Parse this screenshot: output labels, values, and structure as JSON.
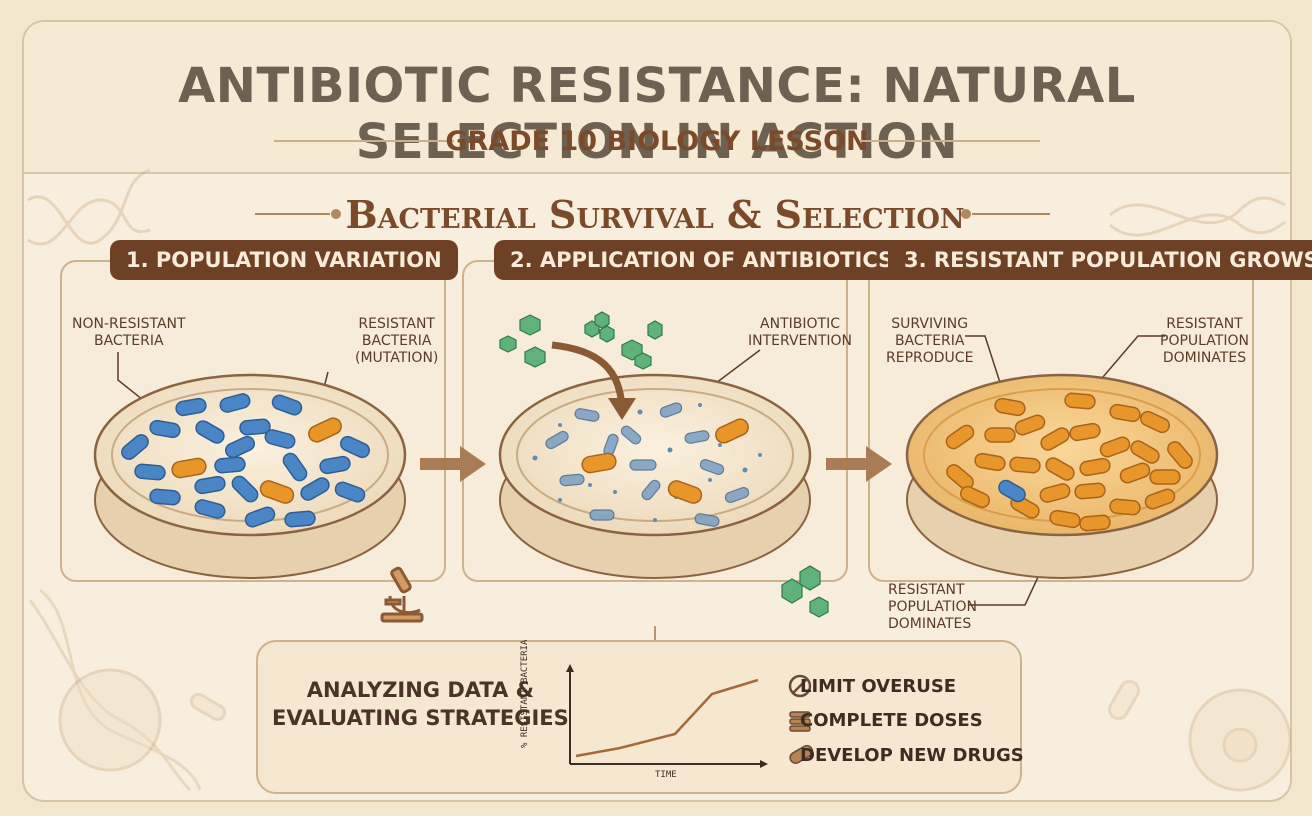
{
  "header": {
    "title": "ANTIBIOTIC RESISTANCE: NATURAL SELECTION IN ACTION",
    "subtitle": "GRADE 10 BIOLOGY LESSON"
  },
  "section": {
    "title": "Bacterial Survival & Selection"
  },
  "steps": [
    {
      "label": "1. POPULATION VARIATION",
      "callouts": [
        "NON-RESISTANT\nBACTERIA",
        "RESISTANT\nBACTERIA\n(MUTATION)"
      ]
    },
    {
      "label": "2. APPLICATION OF ANTIBIOTICS",
      "callouts": [
        "ANTIBIOTIC\nINTERVENTION"
      ]
    },
    {
      "label": "3. RESISTANT POPULATION GROWS",
      "callouts": [
        "SURVIVING\nBACTERIA\nREPRODUCE",
        "RESISTANT\nPOPULATION\nDOMINATES",
        "RESISTANT\nPOPULATION\nDOMINATES"
      ]
    }
  ],
  "analysis": {
    "heading": "ANALYZING DATA &\nEVALUATING STRATEGIES",
    "chart_ylabel": "% RESISTANT BACTERIA",
    "chart_xlabel": "TIME",
    "strategies": [
      {
        "label": "LIMIT OVERUSE",
        "icon": "no-symbol-icon"
      },
      {
        "label": "COMPLETE DOSES",
        "icon": "pill-stack-icon"
      },
      {
        "label": "DEVELOP NEW DRUGS",
        "icon": "capsule-icon"
      }
    ]
  },
  "colors": {
    "non_resistant": "#4a86c6",
    "resistant": "#e8952a",
    "antibiotic": "#4fa868",
    "label_bg": "#6e4025"
  }
}
